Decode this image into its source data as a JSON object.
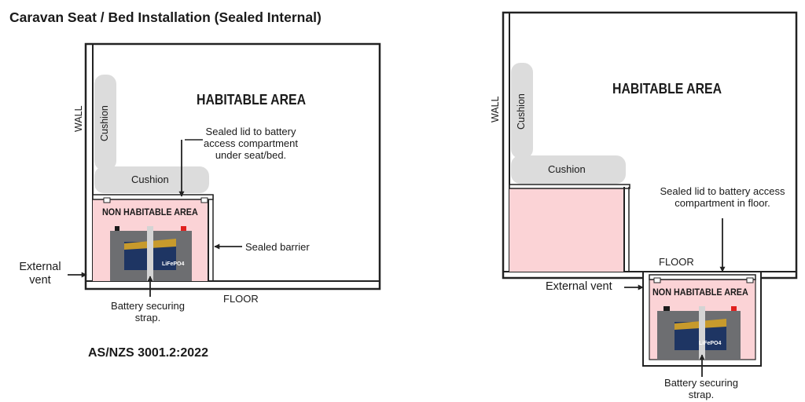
{
  "title": "Caravan Seat / Bed Installation (Sealed Internal)",
  "standard": "AS/NZS 3001.2:2022",
  "colors": {
    "outline": "#222222",
    "non_habitable_fill": "#fbd3d6",
    "cushion_fill": "#dcdcdc",
    "battery_body": "#6d6e71",
    "battery_label": "#1e3563",
    "battery_stripe": "#c79a2c",
    "terminal_negative": "#1a1a1a",
    "terminal_positive": "#e0201e",
    "strap": "#d4d4d4"
  },
  "left_diagram": {
    "habitable_area": "HABITABLE AREA",
    "non_habitable_area": "NON HABITABLE AREA",
    "wall": "WALL",
    "floor": "FLOOR",
    "cushion_back": "Cushion",
    "cushion_seat": "Cushion",
    "lid_label_lines": [
      "Sealed lid to battery",
      "access compartment",
      "under seat/bed."
    ],
    "sealed_barrier": "Sealed barrier",
    "external_vent_lines": [
      "External",
      "vent"
    ],
    "strap_label_lines": [
      "Battery securing",
      "strap."
    ],
    "battery_label": "LiFePO4",
    "battery_icon": "battery-icon"
  },
  "right_diagram": {
    "habitable_area": "HABITABLE AREA",
    "non_habitable_area": "NON HABITABLE AREA",
    "wall": "WALL",
    "floor": "FLOOR",
    "cushion_back": "Cushion",
    "cushion_seat": "Cushion",
    "lid_label_lines": [
      "Sealed lid to battery access",
      "compartment in floor."
    ],
    "external_vent": "External vent",
    "strap_label_lines": [
      "Battery securing",
      "strap."
    ],
    "battery_label": "LiFePO4",
    "battery_icon": "battery-icon"
  }
}
